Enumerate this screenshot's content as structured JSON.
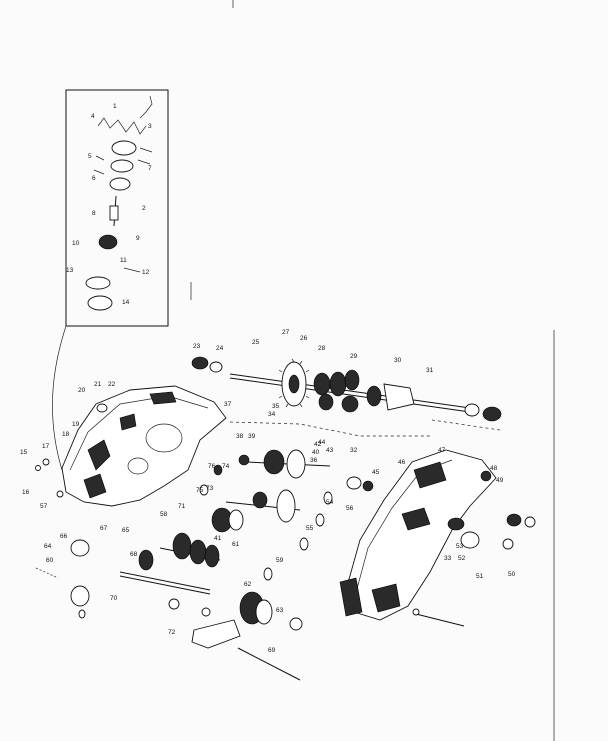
{
  "callouts": [
    {
      "id": "c1",
      "text": "1"
    },
    {
      "id": "c2",
      "text": "2"
    },
    {
      "id": "c3",
      "text": "3"
    },
    {
      "id": "c4",
      "text": "4"
    },
    {
      "id": "c5",
      "text": "5"
    },
    {
      "id": "c6",
      "text": "6"
    },
    {
      "id": "c7",
      "text": "7"
    },
    {
      "id": "c8",
      "text": "8"
    },
    {
      "id": "c9",
      "text": "9"
    },
    {
      "id": "c10",
      "text": "10"
    },
    {
      "id": "c11",
      "text": "11"
    },
    {
      "id": "c12",
      "text": "12"
    },
    {
      "id": "c13",
      "text": "13"
    },
    {
      "id": "c14",
      "text": "14"
    },
    {
      "id": "c15",
      "text": "15"
    },
    {
      "id": "c16",
      "text": "16"
    },
    {
      "id": "c17",
      "text": "17"
    },
    {
      "id": "c18",
      "text": "18"
    },
    {
      "id": "c19",
      "text": "19"
    },
    {
      "id": "c20",
      "text": "20"
    },
    {
      "id": "c21",
      "text": "21"
    },
    {
      "id": "c22",
      "text": "22"
    },
    {
      "id": "c23",
      "text": "23"
    },
    {
      "id": "c24",
      "text": "24"
    },
    {
      "id": "c25",
      "text": "25"
    },
    {
      "id": "c26",
      "text": "26"
    },
    {
      "id": "c27",
      "text": "27"
    },
    {
      "id": "c28",
      "text": "28"
    },
    {
      "id": "c29",
      "text": "29"
    },
    {
      "id": "c30",
      "text": "30"
    },
    {
      "id": "c31",
      "text": "31"
    },
    {
      "id": "c32",
      "text": "32"
    },
    {
      "id": "c33",
      "text": "33"
    },
    {
      "id": "c34",
      "text": "34"
    },
    {
      "id": "c35",
      "text": "35"
    },
    {
      "id": "c36",
      "text": "36"
    },
    {
      "id": "c37",
      "text": "37"
    },
    {
      "id": "c38",
      "text": "38"
    },
    {
      "id": "c39",
      "text": "39"
    },
    {
      "id": "c40",
      "text": "40"
    },
    {
      "id": "c41",
      "text": "41"
    },
    {
      "id": "c42",
      "text": "42"
    },
    {
      "id": "c43",
      "text": "43"
    },
    {
      "id": "c44",
      "text": "44"
    },
    {
      "id": "c45",
      "text": "45"
    },
    {
      "id": "c46",
      "text": "46"
    },
    {
      "id": "c47",
      "text": "47"
    },
    {
      "id": "c48",
      "text": "48"
    },
    {
      "id": "c49",
      "text": "49"
    },
    {
      "id": "c50",
      "text": "50"
    },
    {
      "id": "c51",
      "text": "51"
    },
    {
      "id": "c52",
      "text": "52"
    },
    {
      "id": "c53",
      "text": "53"
    },
    {
      "id": "c54",
      "text": "54"
    },
    {
      "id": "c55",
      "text": "55"
    },
    {
      "id": "c56",
      "text": "56"
    },
    {
      "id": "c57",
      "text": "57"
    },
    {
      "id": "c58",
      "text": "58"
    },
    {
      "id": "c59",
      "text": "59"
    },
    {
      "id": "c60",
      "text": "60"
    },
    {
      "id": "c61",
      "text": "61"
    },
    {
      "id": "c62",
      "text": "62"
    },
    {
      "id": "c63",
      "text": "63"
    },
    {
      "id": "c64",
      "text": "64"
    },
    {
      "id": "c65",
      "text": "65"
    },
    {
      "id": "c66",
      "text": "66"
    },
    {
      "id": "c67",
      "text": "67"
    },
    {
      "id": "c68",
      "text": "68"
    },
    {
      "id": "c69",
      "text": "69"
    },
    {
      "id": "c70",
      "text": "70"
    },
    {
      "id": "c71",
      "text": "71"
    },
    {
      "id": "c72",
      "text": "72"
    },
    {
      "id": "c73",
      "text": "73"
    },
    {
      "id": "c74",
      "text": "74"
    },
    {
      "id": "c75",
      "text": "75"
    },
    {
      "id": "c76",
      "text": "76"
    }
  ],
  "colors": {
    "ink": "#111111",
    "paper": "#fbfbfb"
  }
}
